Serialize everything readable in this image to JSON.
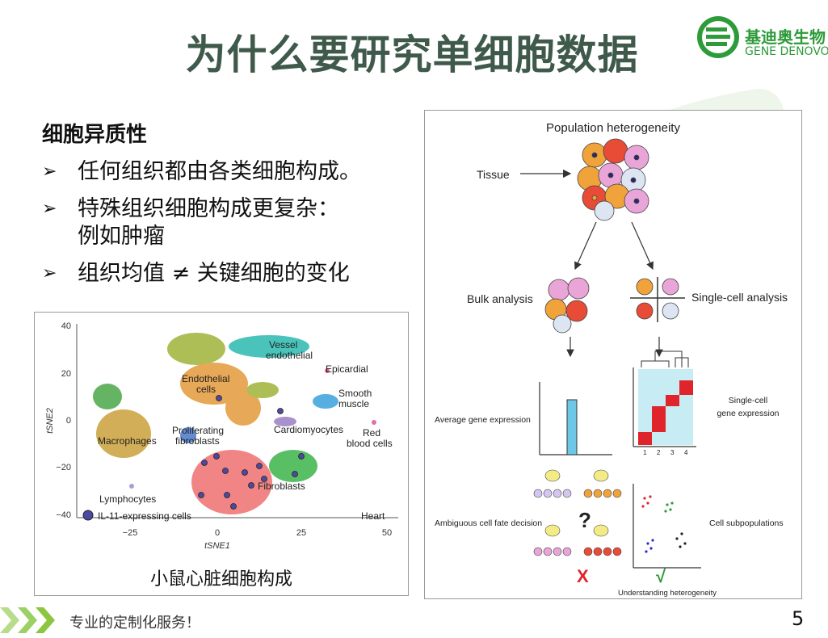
{
  "header": {
    "title": "为什么要研究单细胞数据",
    "logo_cn": "基迪奥生物",
    "logo_en": "GENE DENOVO"
  },
  "left": {
    "section_title": "细胞异质性",
    "bullets": [
      {
        "line1": "任何组织都由各类细胞构成。",
        "line2": ""
      },
      {
        "line1": "特殊组织细胞构成更复杂：",
        "line2": "例如肿瘤"
      },
      {
        "line1": "组织均值 ≠ 关键细胞的变化",
        "line2": ""
      }
    ]
  },
  "tsne": {
    "caption": "小鼠心脏细胞构成",
    "xlabel": "tSNE1",
    "ylabel": "tSNE2",
    "x_ticks": [
      "−25",
      "0",
      "25",
      "50"
    ],
    "y_ticks": [
      "40",
      "20",
      "0",
      "−20",
      "−40"
    ],
    "clusters": [
      {
        "name": "Vessel endothelial",
        "label1": "Vessel",
        "label2": "endothelial",
        "color": "#2bb9b0"
      },
      {
        "name": "Epicardial",
        "label1": "Epicardial",
        "label2": "",
        "color": "#e04b8a"
      },
      {
        "name": "Endothelial cells",
        "label1": "Endothelial",
        "label2": "cells",
        "color": "#e39a3a"
      },
      {
        "name": "Smooth muscle",
        "label1": "Smooth",
        "label2": "muscle",
        "color": "#3aa2dc"
      },
      {
        "name": "Macrophages",
        "label1": "Macrophages",
        "label2": "",
        "color": "#c9a13a"
      },
      {
        "name": "Proliferating fibroblasts",
        "label1": "Proliferating",
        "label2": "fibroblasts",
        "color": "#4b79c9"
      },
      {
        "name": "Cardiomyocytes",
        "label1": "Cardiomyocytes",
        "label2": "",
        "color": "#9b7fc4"
      },
      {
        "name": "Red blood cells",
        "label1": "Red",
        "label2": "blood cells",
        "color": "#e0559a"
      },
      {
        "name": "Fibroblasts",
        "label1": "Fibroblasts",
        "label2": "",
        "color": "#ef7070"
      },
      {
        "name": "Lymphocytes",
        "label1": "Lymphocytes",
        "label2": "",
        "color": "#a18ad0"
      }
    ],
    "legend": "IL-11-expressing cells",
    "corner_label": "Heart"
  },
  "figure": {
    "title": "Population heterogeneity",
    "tissue": "Tissue",
    "bulk": "Bulk analysis",
    "single": "Single-cell analysis",
    "avg_expr": "Average gene expression",
    "sc_expr_1": "Single-cell",
    "sc_expr_2": "gene expression",
    "heatmap_ticks": [
      "1",
      "2",
      "3",
      "4"
    ],
    "ambiguous": "Ambiguous cell fate decision",
    "subpops": "Cell subpopulations",
    "question": "?",
    "cross": "X",
    "check": "√",
    "understanding": "Understanding heterogeneity"
  },
  "footer": {
    "text": "专业的定制化服务！",
    "page": "5"
  },
  "colors": {
    "title": "#3f5a4b",
    "brand_green": "#2e9b3a",
    "chevron_green": "#8cc63f"
  }
}
